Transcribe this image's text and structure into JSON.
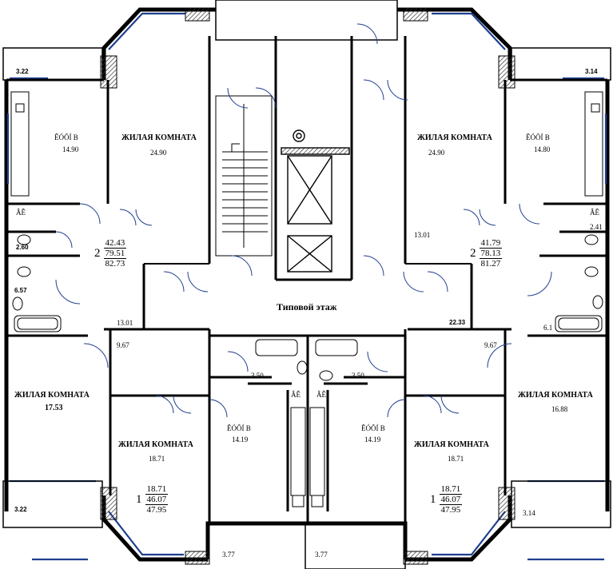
{
  "plan": {
    "floor_title": "Типовой этаж",
    "room_label": "ЖИЛАЯ КОМНАТА",
    "kitchen_label": "ÊÓÕÍ B",
    "wc_label": "ÂÊ",
    "rooms": {
      "top_left_living": "24.90",
      "top_left_kitchen": "14.90",
      "top_right_living": "24.90",
      "top_right_kitchen": "14.80",
      "left_living": "17.53",
      "right_living": "16.88",
      "bottom_left_living": "18.71",
      "bottom_right_living": "18.71",
      "bottom_left_kitchen": "14.19",
      "bottom_right_kitchen": "14.19"
    },
    "small_areas": {
      "a1": "3.22",
      "a2": "3.14",
      "a3": "2.60",
      "a4": "6.57",
      "a5": "13.01",
      "a6": "13.01",
      "a7": "2.41",
      "a8": "6.1",
      "a9": "9.67",
      "a10": "9.67",
      "a11": "22.33",
      "a12": "3.50",
      "a13": "3.50",
      "a14": "3.22",
      "a15": "3.14",
      "a16": "3.77",
      "a17": "3.77"
    },
    "apartments": {
      "top_left": {
        "rooms": "2",
        "living": "42.43",
        "total": "79.51",
        "with_balcony": "82.73"
      },
      "top_right": {
        "rooms": "2",
        "living": "41.79",
        "total": "78.13",
        "with_balcony": "81.27"
      },
      "bottom_left": {
        "rooms": "1",
        "living": "18.71",
        "total": "46.07",
        "with_balcony": "47.95"
      },
      "bottom_right": {
        "rooms": "1",
        "living": "18.71",
        "total": "46.07",
        "with_balcony": "47.95"
      }
    },
    "colors": {
      "wall": "#000000",
      "window": "#1f3f8f",
      "hatch": "#444444"
    }
  }
}
